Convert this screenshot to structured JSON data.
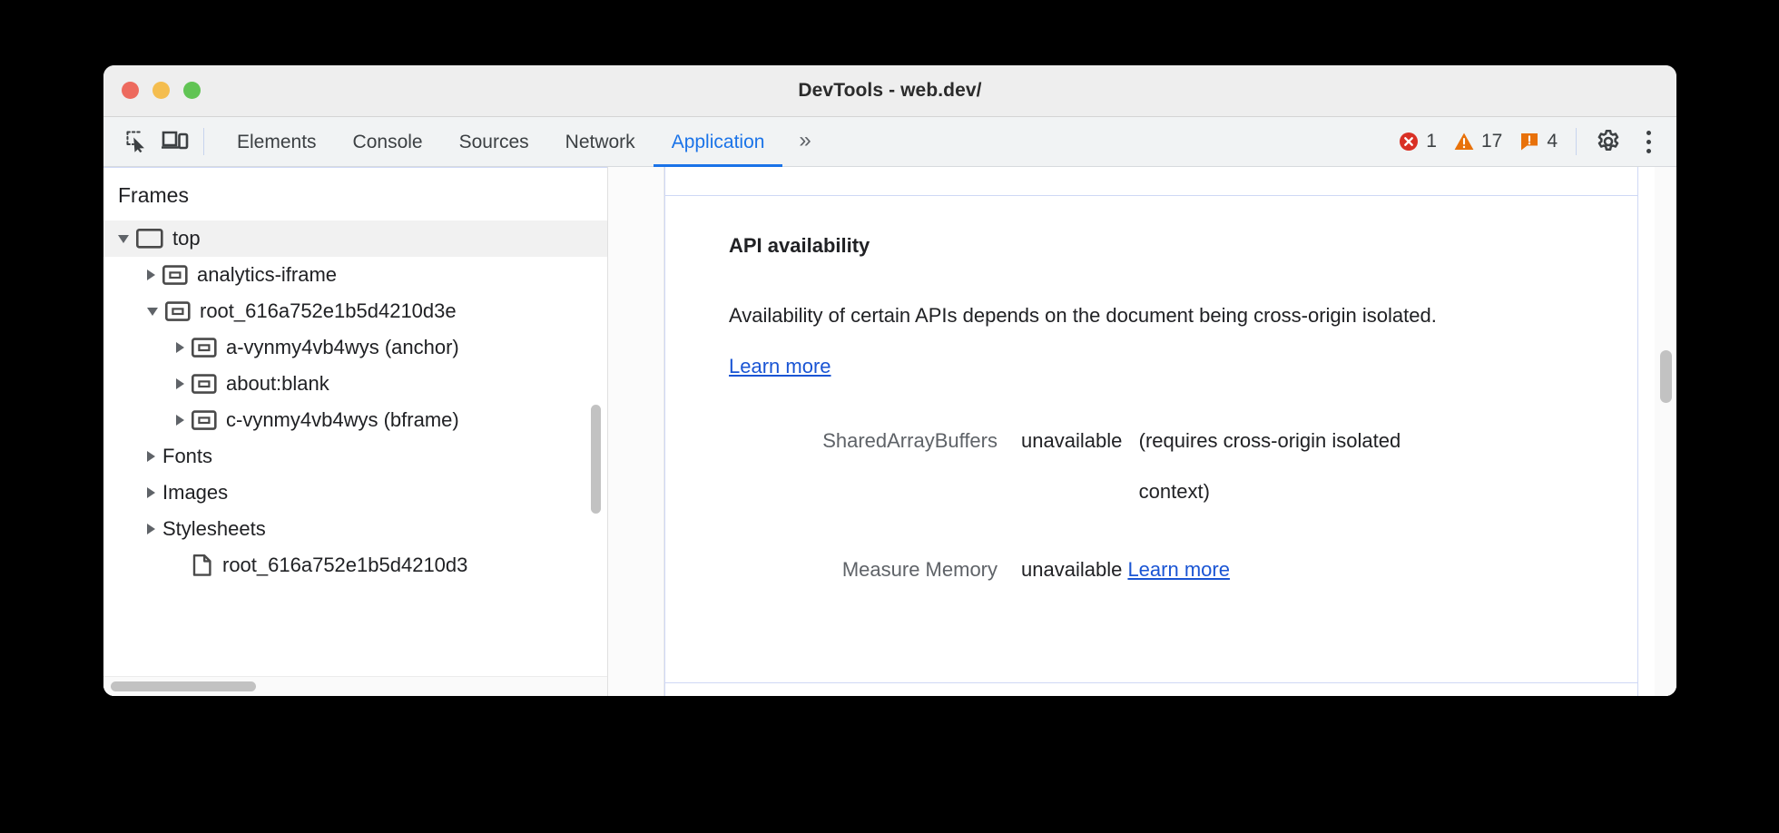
{
  "window": {
    "title": "DevTools - web.dev/",
    "traffic_lights": [
      "close-red",
      "minimize-yellow",
      "maximize-green"
    ]
  },
  "toolbar": {
    "inspect_icon": "inspect-element-icon",
    "device_icon": "device-toolbar-icon",
    "tabs": [
      {
        "label": "Elements",
        "active": false
      },
      {
        "label": "Console",
        "active": false
      },
      {
        "label": "Sources",
        "active": false
      },
      {
        "label": "Network",
        "active": false
      },
      {
        "label": "Application",
        "active": true
      }
    ],
    "overflow_label": "»",
    "counters": {
      "errors": "1",
      "warnings": "17",
      "issues": "4"
    },
    "settings_icon": "gear-icon",
    "more_icon": "kebab-menu-icon"
  },
  "sidebar": {
    "header": "Frames",
    "tree": [
      {
        "label": "top",
        "depth": 0,
        "state": "open",
        "icon": "frame-icon",
        "selected": true
      },
      {
        "label": "analytics-iframe",
        "depth": 1,
        "state": "closed",
        "icon": "iframe-icon",
        "selected": false
      },
      {
        "label": "root_616a752e1b5d4210d3e",
        "depth": 1,
        "state": "open",
        "icon": "iframe-icon",
        "selected": false
      },
      {
        "label": "a-vynmy4vb4wys (anchor)",
        "depth": 2,
        "state": "closed",
        "icon": "iframe-icon",
        "selected": false
      },
      {
        "label": "about:blank",
        "depth": 2,
        "state": "closed",
        "icon": "iframe-icon",
        "selected": false
      },
      {
        "label": "c-vynmy4vb4wys (bframe)",
        "depth": 2,
        "state": "closed",
        "icon": "iframe-icon",
        "selected": false
      },
      {
        "label": "Fonts",
        "depth": 1,
        "state": "closed",
        "icon": "none",
        "selected": false
      },
      {
        "label": "Images",
        "depth": 1,
        "state": "closed",
        "icon": "none",
        "selected": false
      },
      {
        "label": "Stylesheets",
        "depth": 1,
        "state": "closed",
        "icon": "none",
        "selected": false
      },
      {
        "label": "root_616a752e1b5d4210d3",
        "depth": 2,
        "state": "none",
        "icon": "document-icon",
        "selected": false
      }
    ]
  },
  "main": {
    "section_title": "API availability",
    "description_before_link": "Availability of certain APIs depends on the document being cross-origin isolated. ",
    "description_link": "Learn more",
    "rows": [
      {
        "key": "SharedArrayBuffers",
        "value": "unavailable",
        "note": "(requires cross-origin isolated context)",
        "link": ""
      },
      {
        "key": "Measure Memory",
        "value": "unavailable",
        "note": "",
        "link": "Learn more"
      }
    ]
  },
  "colors": {
    "accent": "#1a73e8",
    "link": "#1a55d4",
    "error": "#d93025",
    "warning": "#e8710a",
    "issue": "#e8710a",
    "selected_row": "#f1f1f1"
  }
}
